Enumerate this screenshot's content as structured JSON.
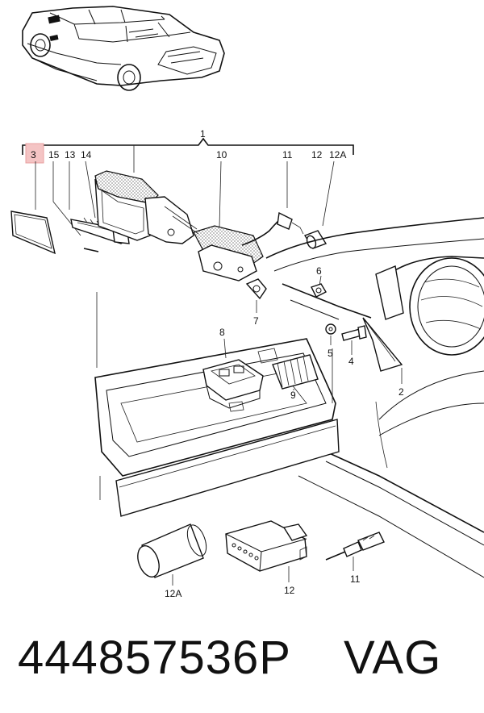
{
  "diagram": {
    "callouts": [
      {
        "id": "1",
        "text": "1"
      },
      {
        "id": "3",
        "text": "3",
        "highlighted": true
      },
      {
        "id": "15",
        "text": "15"
      },
      {
        "id": "13",
        "text": "13"
      },
      {
        "id": "14",
        "text": "14"
      },
      {
        "id": "10",
        "text": "10"
      },
      {
        "id": "11-top",
        "text": "11"
      },
      {
        "id": "12-top",
        "text": "12"
      },
      {
        "id": "12a-top",
        "text": "12A"
      },
      {
        "id": "6",
        "text": "6"
      },
      {
        "id": "7",
        "text": "7"
      },
      {
        "id": "8",
        "text": "8"
      },
      {
        "id": "5",
        "text": "5"
      },
      {
        "id": "4",
        "text": "4"
      },
      {
        "id": "9",
        "text": "9"
      },
      {
        "id": "2",
        "text": "2"
      },
      {
        "id": "12a-bottom",
        "text": "12A"
      },
      {
        "id": "12-bottom",
        "text": "12"
      },
      {
        "id": "11-bottom",
        "text": "11"
      }
    ],
    "highlight_color": "#e8a0a0"
  },
  "footer": {
    "part_number": "444857536P",
    "brand": "VAG"
  }
}
